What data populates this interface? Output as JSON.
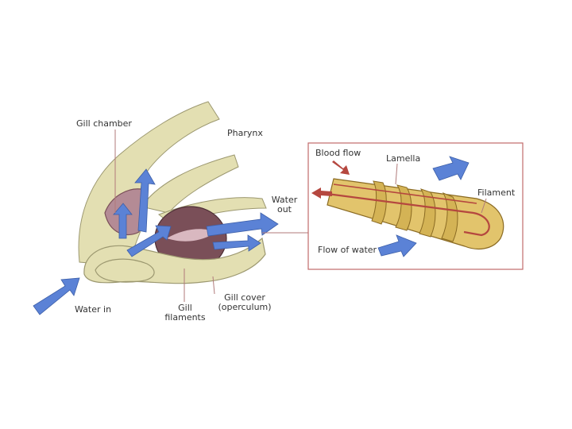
{
  "labels": {
    "gill_chamber": "Gill chamber",
    "pharynx": "Pharynx",
    "water_out_1": "Water",
    "water_out_2": "out",
    "water_in": "Water in",
    "gill_filaments_1": "Gill",
    "gill_filaments_2": "filaments",
    "gill_cover_1": "Gill cover",
    "gill_cover_2": "(operculum)",
    "blood_flow": "Blood flow",
    "lamella": "Lamella",
    "filament": "Filament",
    "flow_of_water": "Flow of water"
  },
  "colors": {
    "tissue": "#e3dfb2",
    "tissue_dark": "#c9c48e",
    "gill_tissue": "#7a4f58",
    "gill_tissue_light": "#b48b95",
    "arrow_blue": "#5b82d6",
    "blood_red": "#b5473f",
    "inset_border": "#c26a6a",
    "lamella_yellow": "#e2c46c",
    "lamella_shadow": "#b9963e",
    "leader": "#b07a7a"
  }
}
